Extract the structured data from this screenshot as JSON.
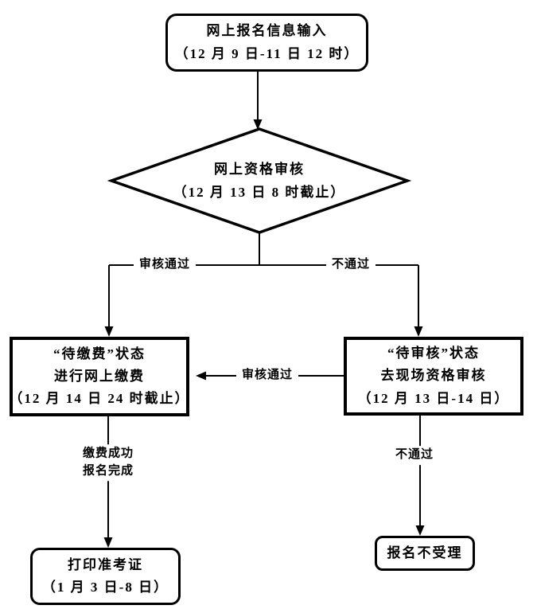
{
  "flowchart": {
    "nodes": {
      "start": {
        "lines": [
          "网上报名信息输入",
          "（12 月 9 日-11 日 12 时）"
        ]
      },
      "review": {
        "lines": [
          "网上资格审核",
          "（12 月 13 日 8 时截止）"
        ]
      },
      "pay": {
        "lines": [
          "“待缴费”状态",
          "进行网上缴费",
          "（12 月 14 日 24 时截止）"
        ]
      },
      "onsite": {
        "lines": [
          "“待审核”状态",
          "去现场资格审核",
          "（12 月 13 日-14 日）"
        ]
      },
      "print": {
        "lines": [
          "打印准考证",
          "（1 月 3 日-8 日）"
        ]
      },
      "reject": {
        "lines": [
          "报名不受理"
        ]
      }
    },
    "edge_labels": {
      "review_pass": "审核通过",
      "review_fail": "不通过",
      "onsite_pass": "审核通过",
      "pay_success_line1": "缴费成功",
      "pay_success_line2": "报名完成",
      "onsite_fail": "不通过"
    },
    "colors": {
      "line": "#000000",
      "background": "#ffffff"
    }
  }
}
